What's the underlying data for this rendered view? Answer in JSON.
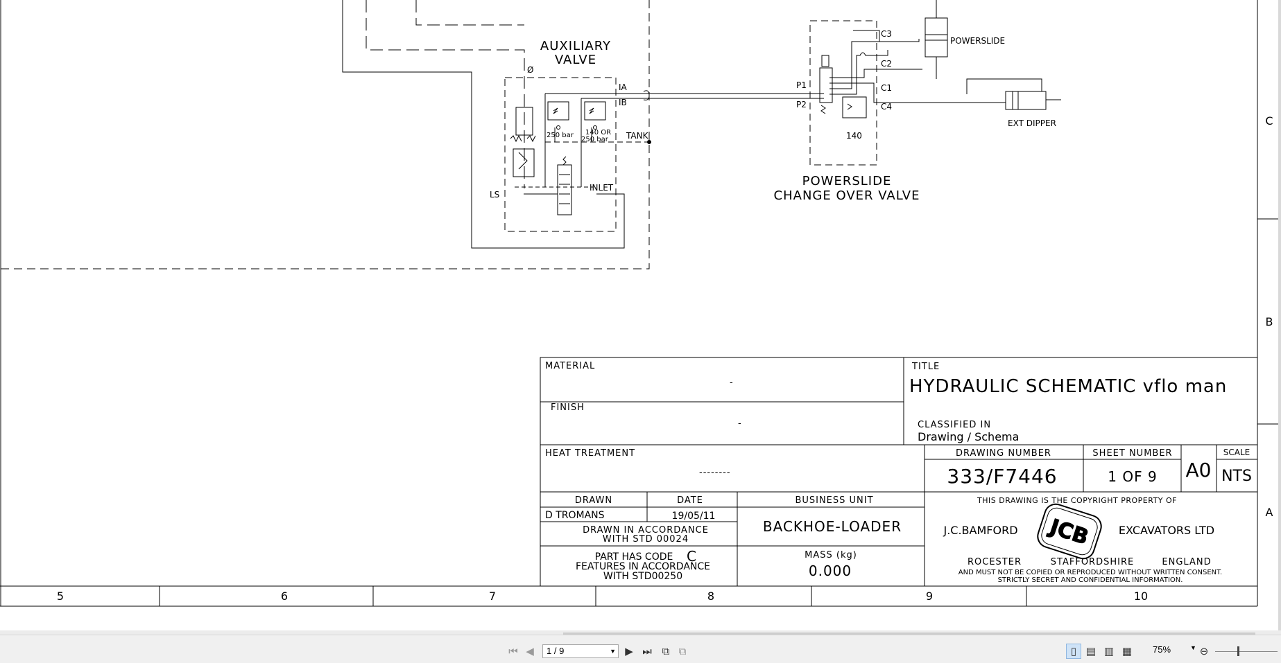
{
  "schematic": {
    "aux_valve": [
      "AUXILIARY",
      "VALVE"
    ],
    "ports": {
      "ia": "IA",
      "ib": "IB",
      "tank": "TANK",
      "inlet": "INLET",
      "ls": "LS",
      "p1": "P1",
      "p2": "P2",
      "c1": "C1",
      "c2": "C2",
      "c3": "C3",
      "c4": "C4"
    },
    "relief_1": "250 bar",
    "relief_2_line1": "140 OR",
    "relief_2_line2": "250 bar",
    "relief_3": "140",
    "orifice": "Ø",
    "powerslide": "POWERSLIDE",
    "ext_dipper": "EXT DIPPER",
    "changeover": [
      "POWERSLIDE",
      "CHANGE OVER VALVE"
    ]
  },
  "grid": {
    "rows": [
      "C",
      "B",
      "A"
    ],
    "columns": [
      "5",
      "6",
      "7",
      "8",
      "9",
      "10"
    ]
  },
  "title_block": {
    "material_label": "MATERIAL",
    "material_value": "-",
    "finish_label": "FINISH",
    "finish_value": "-",
    "heat_label": "HEAT TREATMENT",
    "heat_value": "--------",
    "title_label": "TITLE",
    "title_value": "HYDRAULIC SCHEMATIC vflo man",
    "classified_label": "CLASSIFIED IN",
    "classified_value": "Drawing / Schema",
    "drawing_number_label": "DRAWING NUMBER",
    "drawing_number": "333/F7446",
    "sheet_number_label": "SHEET NUMBER",
    "sheet_number": "1 OF 9",
    "size": "A0",
    "scale_label": "SCALE",
    "scale": "NTS",
    "drawn_label": "DRAWN",
    "date_label": "DATE",
    "drawn_by": "D TROMANS",
    "date": "19/05/11",
    "accordance_1": "DRAWN IN ACCORDANCE",
    "accordance_2": "WITH STD 00024",
    "code_1": "PART HAS CODE",
    "code_letter": "C",
    "code_2": "FEATURES IN ACCORDANCE",
    "code_3": "WITH STD00250",
    "business_unit_label": "BUSINESS UNIT",
    "business_unit": "BACKHOE-LOADER",
    "mass_label": "MASS (kg)",
    "mass": "0.000",
    "copyright": "THIS DRAWING IS THE COPYRIGHT PROPERTY OF",
    "company_left": "J.C.BAMFORD",
    "company_right": "EXCAVATORS LTD",
    "logo": "JCB",
    "loc_1": "ROCESTER",
    "loc_2": "STAFFORDSHIRE",
    "loc_3": "ENGLAND",
    "notice_1": "AND MUST NOT BE COPIED OR REPRODUCED WITHOUT WRITTEN CONSENT.",
    "notice_2": "STRICTLY SECRET AND CONFIDENTIAL INFORMATION."
  },
  "statusbar": {
    "page_value": "1 / 9",
    "zoom": "75%",
    "icons": [
      "first-page-icon",
      "prev-page-icon",
      "next-page-icon",
      "last-page-icon",
      "fit-page-icon",
      "fit-width-icon",
      "single-page-icon",
      "continuous-page-icon",
      "two-page-icon",
      "two-page-continuous-icon",
      "zoom-out-icon"
    ]
  }
}
